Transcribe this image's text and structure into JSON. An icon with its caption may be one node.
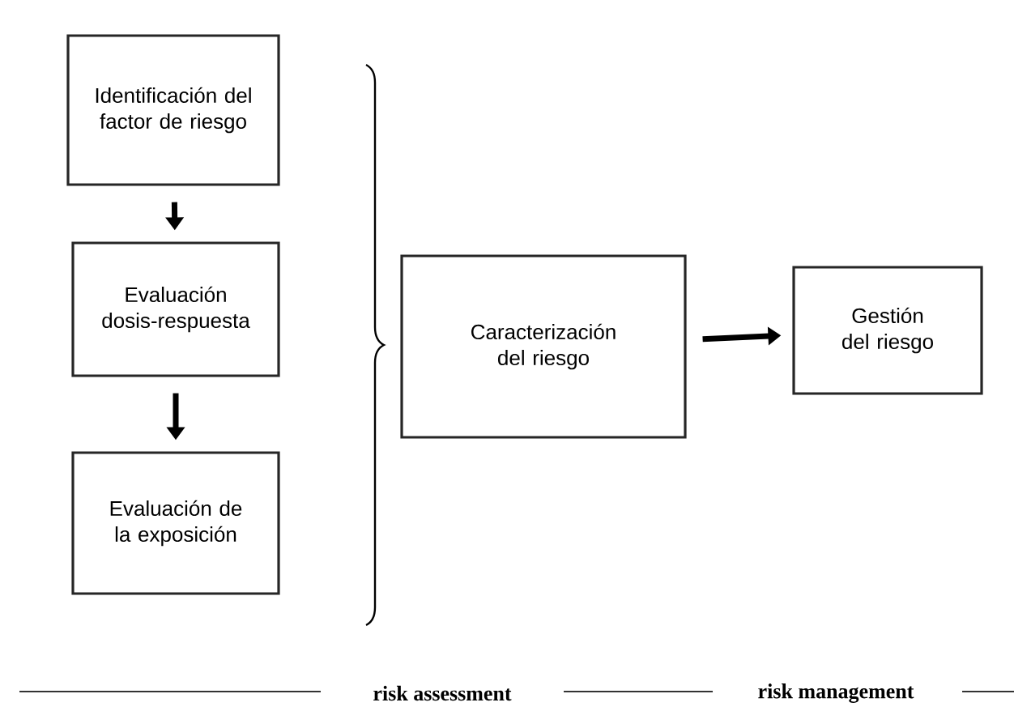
{
  "diagram": {
    "nodes": [
      {
        "text": [
          "Identificación del factor de riesgo"
        ]
      },
      {
        "text": [
          "Evaluación dosis-respuesta"
        ]
      },
      {
        "text": [
          "Evaluación de la exposición"
        ]
      },
      {
        "text": [
          "Caracterización del riesgo"
        ]
      },
      {
        "text": [
          "Gestión del riesgo"
        ]
      }
    ],
    "edges": [
      {
        "from": 0,
        "to": 1,
        "arrow": "to"
      },
      {
        "from": 1,
        "to": 2,
        "arrow": "to"
      },
      {
        "from": 3,
        "to": 4,
        "arrow": "to"
      }
    ],
    "labels": [
      "risk assessment",
      "risk management"
    ]
  }
}
